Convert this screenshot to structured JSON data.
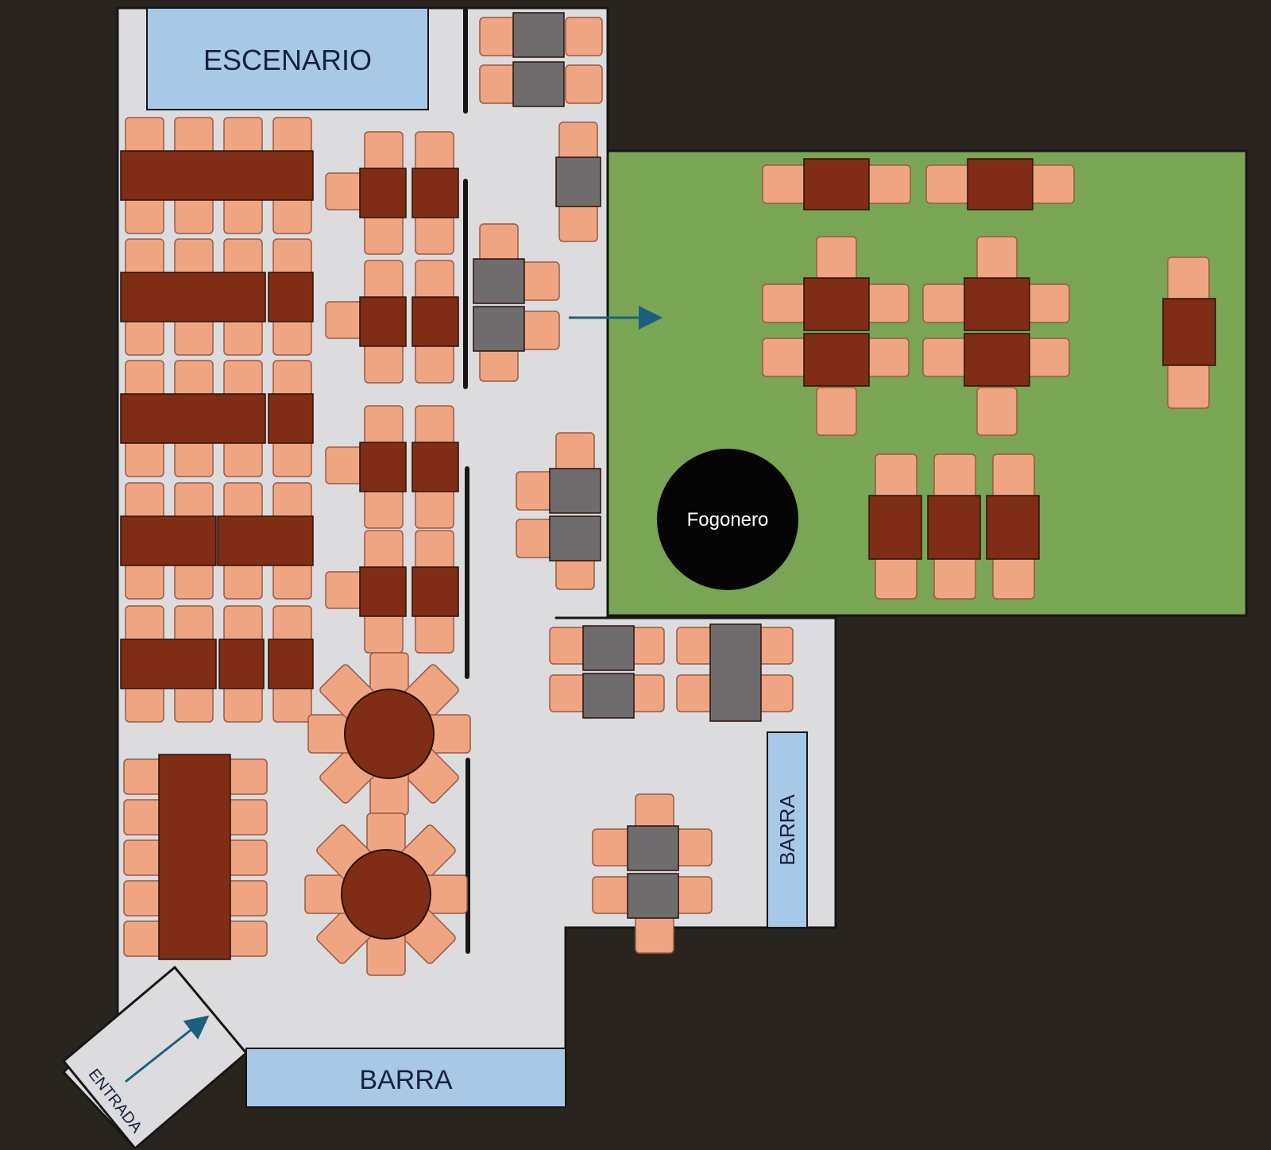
{
  "labels": {
    "stage": "ESCENARIO",
    "bar_bottom": "BARRA",
    "bar_side": "BARRA",
    "entrance": "ENTRADA",
    "fire_pit": "Fogonero"
  },
  "colors": {
    "background": "#2a241e",
    "floor": "#dcdbdd",
    "garden": "#79a554",
    "stage": "#a8c8e8",
    "bar": "#a8c8e8",
    "table_wood": "#7f2d14",
    "table_grey": "#6f6c6e",
    "chair": "#f0a582",
    "chair_stroke": "#9a5a45",
    "fire_pit": "#050505",
    "arrow": "#1d5f7e",
    "wall": "#161616"
  }
}
